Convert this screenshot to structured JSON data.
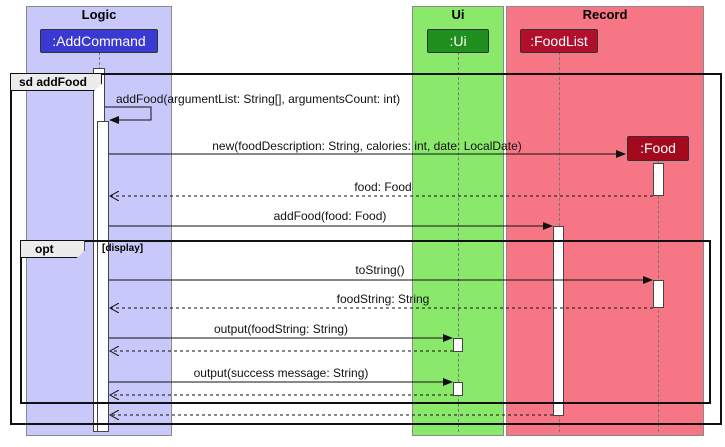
{
  "boxes": {
    "logic": "Logic",
    "ui": "Ui",
    "record": "Record"
  },
  "participants": {
    "add_command": ":AddCommand",
    "ui": ":Ui",
    "food_list": ":FoodList",
    "food": ":Food"
  },
  "frames": {
    "sd_label": "sd addFood",
    "opt_label": "opt",
    "opt_guard": "[display]"
  },
  "messages": [
    "addFood(argumentList: String[], argumentsCount: int)",
    "new(foodDescription: String, calories: int, date: LocalDate)",
    "food: Food",
    "addFood(food: Food)",
    "toString()",
    "foodString: String",
    "output(foodString: String)",
    "output(success message: String)"
  ],
  "colors": {
    "logic_box": "#c8c8fa",
    "ui_box": "#8ae86a",
    "record_box": "#f77685",
    "add_command": "#3a3ad2",
    "ui_participant": "#1f8f1f",
    "food_list": "#b0102c",
    "food": "#a30a1e"
  }
}
